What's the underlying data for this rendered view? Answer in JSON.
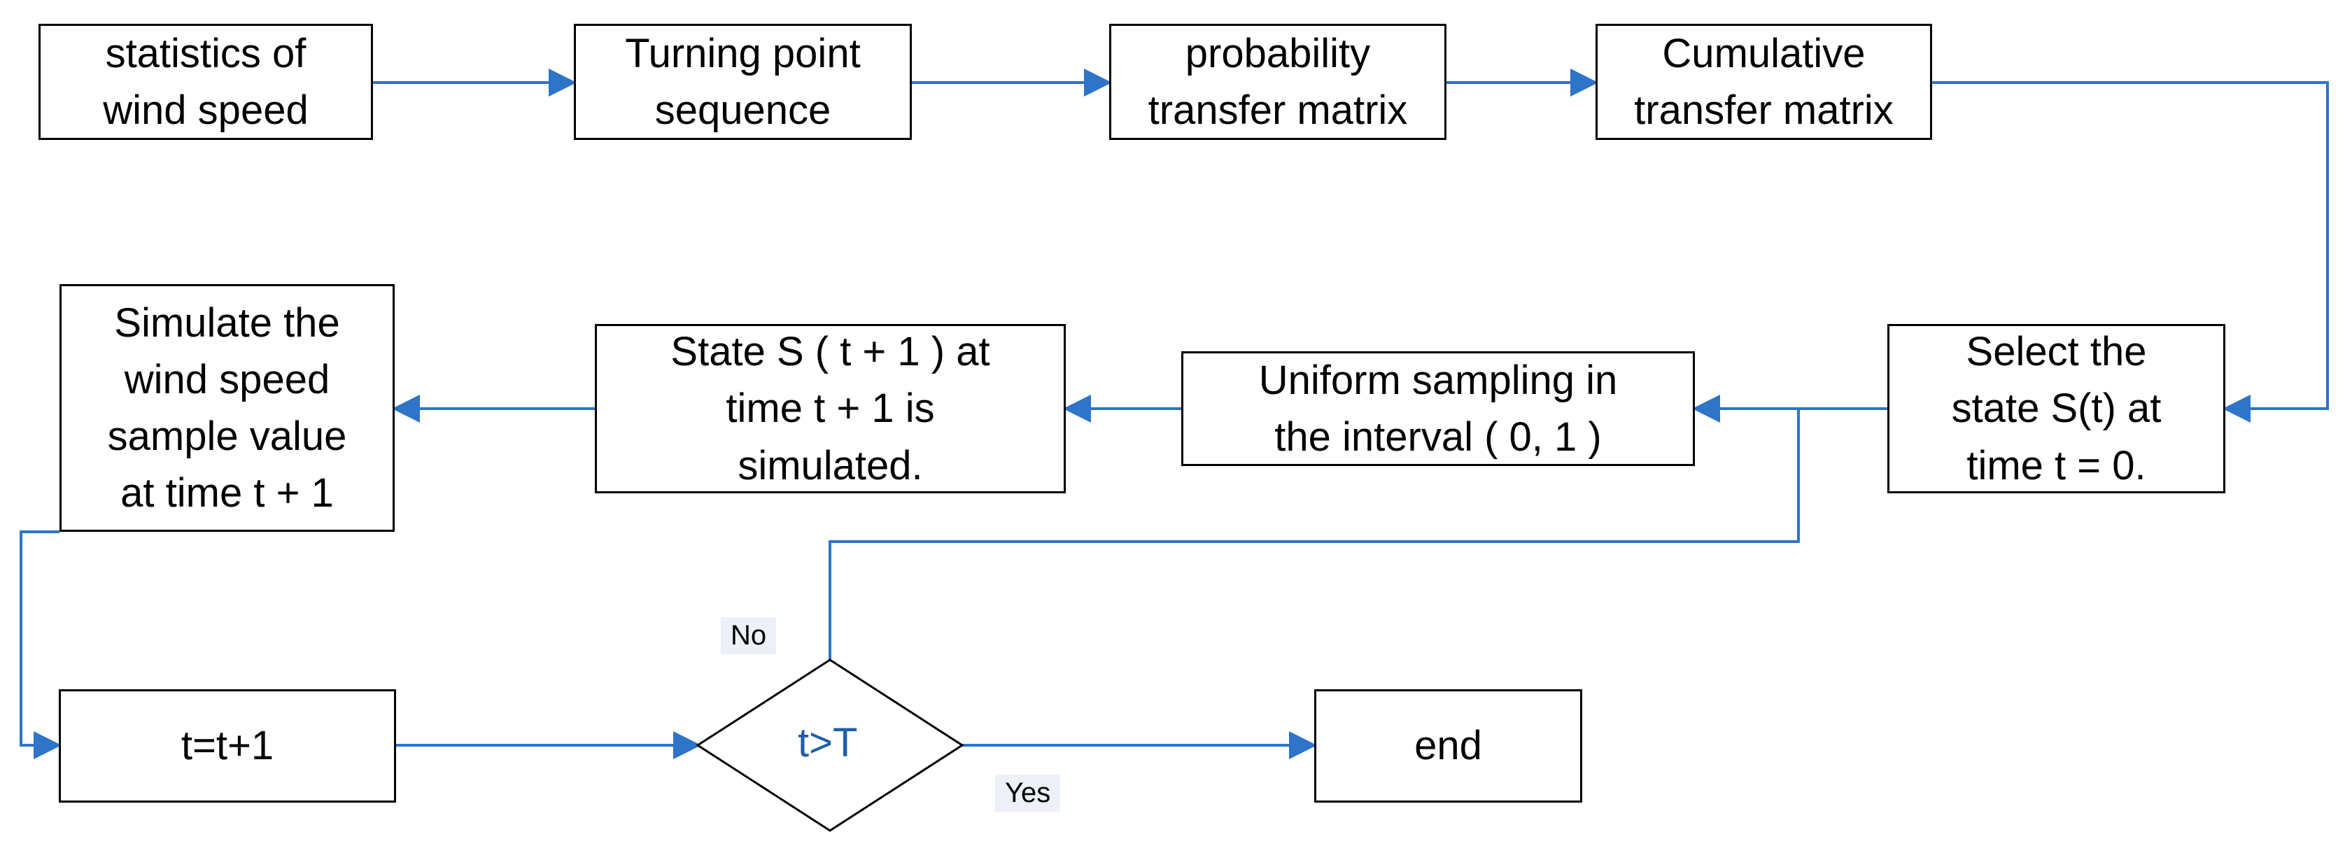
{
  "nodes": {
    "stats": "statistics of\nwind speed",
    "turning": "Turning point\nsequence",
    "prob": "probability\ntransfer matrix",
    "cum": "Cumulative\ntransfer matrix",
    "select": "Select the\nstate S(t) at\ntime t = 0.",
    "uniform": "Uniform sampling in\nthe interval ( 0, 1 )",
    "state": "State S ( t + 1 ) at\ntime t + 1 is\nsimulated.",
    "simulate": "Simulate the\nwind speed\nsample value\nat time t + 1",
    "incr": "t=t+1",
    "decision": "t>T",
    "end": "end"
  },
  "labels": {
    "no": "No",
    "yes": "Yes"
  },
  "colors": {
    "connector": "#2e74c8",
    "decision_text": "#1f5fa8"
  }
}
